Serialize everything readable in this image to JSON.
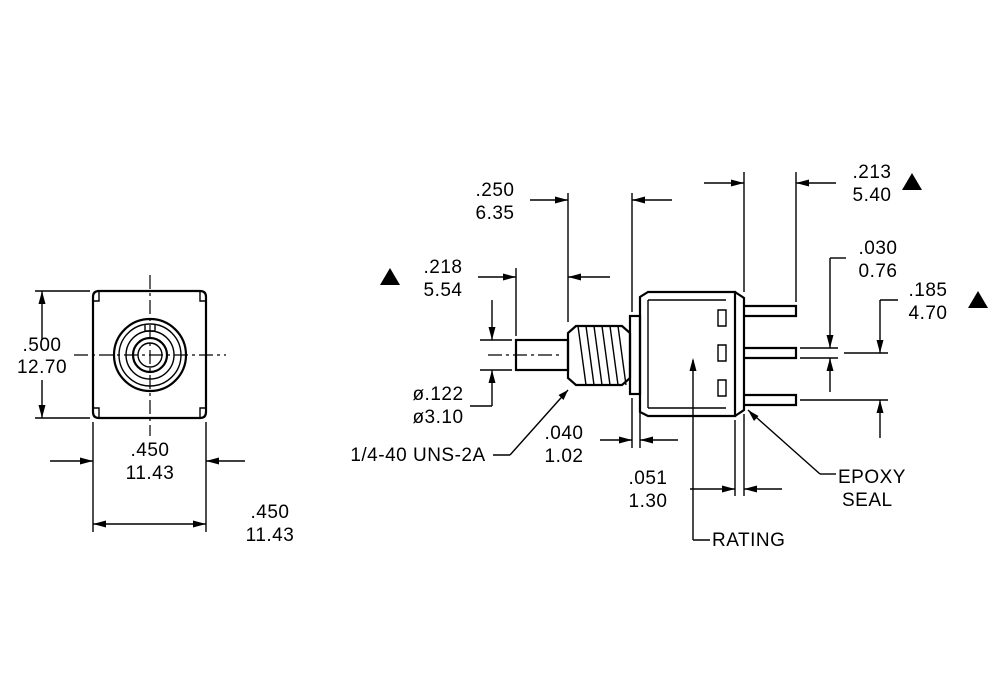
{
  "front_view": {
    "height_in": ".500",
    "height_mm": "12.70",
    "width_in": ".450",
    "width_mm": "11.43",
    "depth_in": ".450",
    "depth_mm": "11.43"
  },
  "side_view": {
    "bushing_length_in": ".250",
    "bushing_length_mm": "6.35",
    "plunger_length_in": ".218",
    "plunger_length_mm": "5.54",
    "plunger_dia_in": "ø.122",
    "plunger_dia_mm": "ø3.10",
    "thread_spec": "1/4-40 UNS-2A",
    "flange_in": ".040",
    "flange_mm": "1.02",
    "seal_gap_in": ".051",
    "seal_gap_mm": "1.30",
    "terminal_length_in": ".213",
    "terminal_length_mm": "5.40",
    "terminal_thickness_in": ".030",
    "terminal_thickness_mm": "0.76",
    "terminal_spacing_in": ".185",
    "terminal_spacing_mm": "4.70",
    "epoxy_label_1": "EPOXY",
    "epoxy_label_2": "SEAL",
    "rating_label": "RATING"
  },
  "icons": {
    "critical_dimension_marker": "triangle-icon"
  }
}
